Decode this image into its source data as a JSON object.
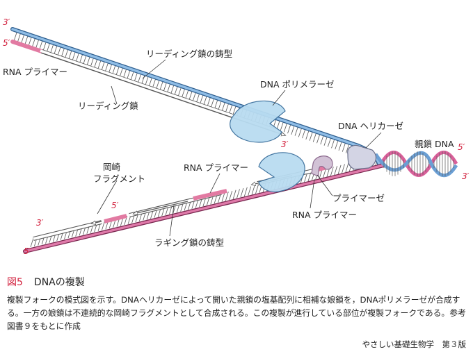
{
  "labels": {
    "end_3_top": "3′",
    "end_5_top": "5′",
    "rna_primer_top": "RNA プライマー",
    "leading_template": "リーディング鎖の鋳型",
    "leading_strand": "リーディング鎖",
    "dna_polymerase": "DNA ポリメラーゼ",
    "end_3_leading": "3′",
    "dna_helicase": "DNA ヘリカーゼ",
    "parental_dna": "親鎖 DNA",
    "end_5_right": "5′",
    "end_3_right": "3′",
    "okazaki_line1": "岡崎",
    "okazaki_line2": "フラグメント",
    "rna_primer_mid": "RNA プライマー",
    "end_5_okazaki": "5′",
    "primase": "プライマーゼ",
    "rna_primer_bottom": "RNA プライマー",
    "end_3_bottom": "3′",
    "end_5_bottom": "5′",
    "lagging_template": "ラギング鎖の鋳型"
  },
  "caption": {
    "figure_number": "図5",
    "title": "DNAの複製",
    "text": "複製フォークの模式図を示す。DNAヘリカーゼによって開いた親鎖の塩基配列に相補な娘鎖を，DNAポリメラーゼが合成する。一方の娘鎖は不連続的な岡崎フラグメントとして合成される。この複製が進行している部位が複製フォークである。参考図書９をもとに作成"
  },
  "source": "やさしい基礎生物学　第３版",
  "colors": {
    "top_strand": "#6b9fd4",
    "primer_pink": "#e27aa2",
    "bottom_strand": "#d9609a",
    "daughter_strand": "#ffffff",
    "polymerase_fill": "#b9dcf1",
    "helicase_fill": "#d3d4e4",
    "primase_fill": "#d2c2d6",
    "end_label": "#d21f3c"
  }
}
